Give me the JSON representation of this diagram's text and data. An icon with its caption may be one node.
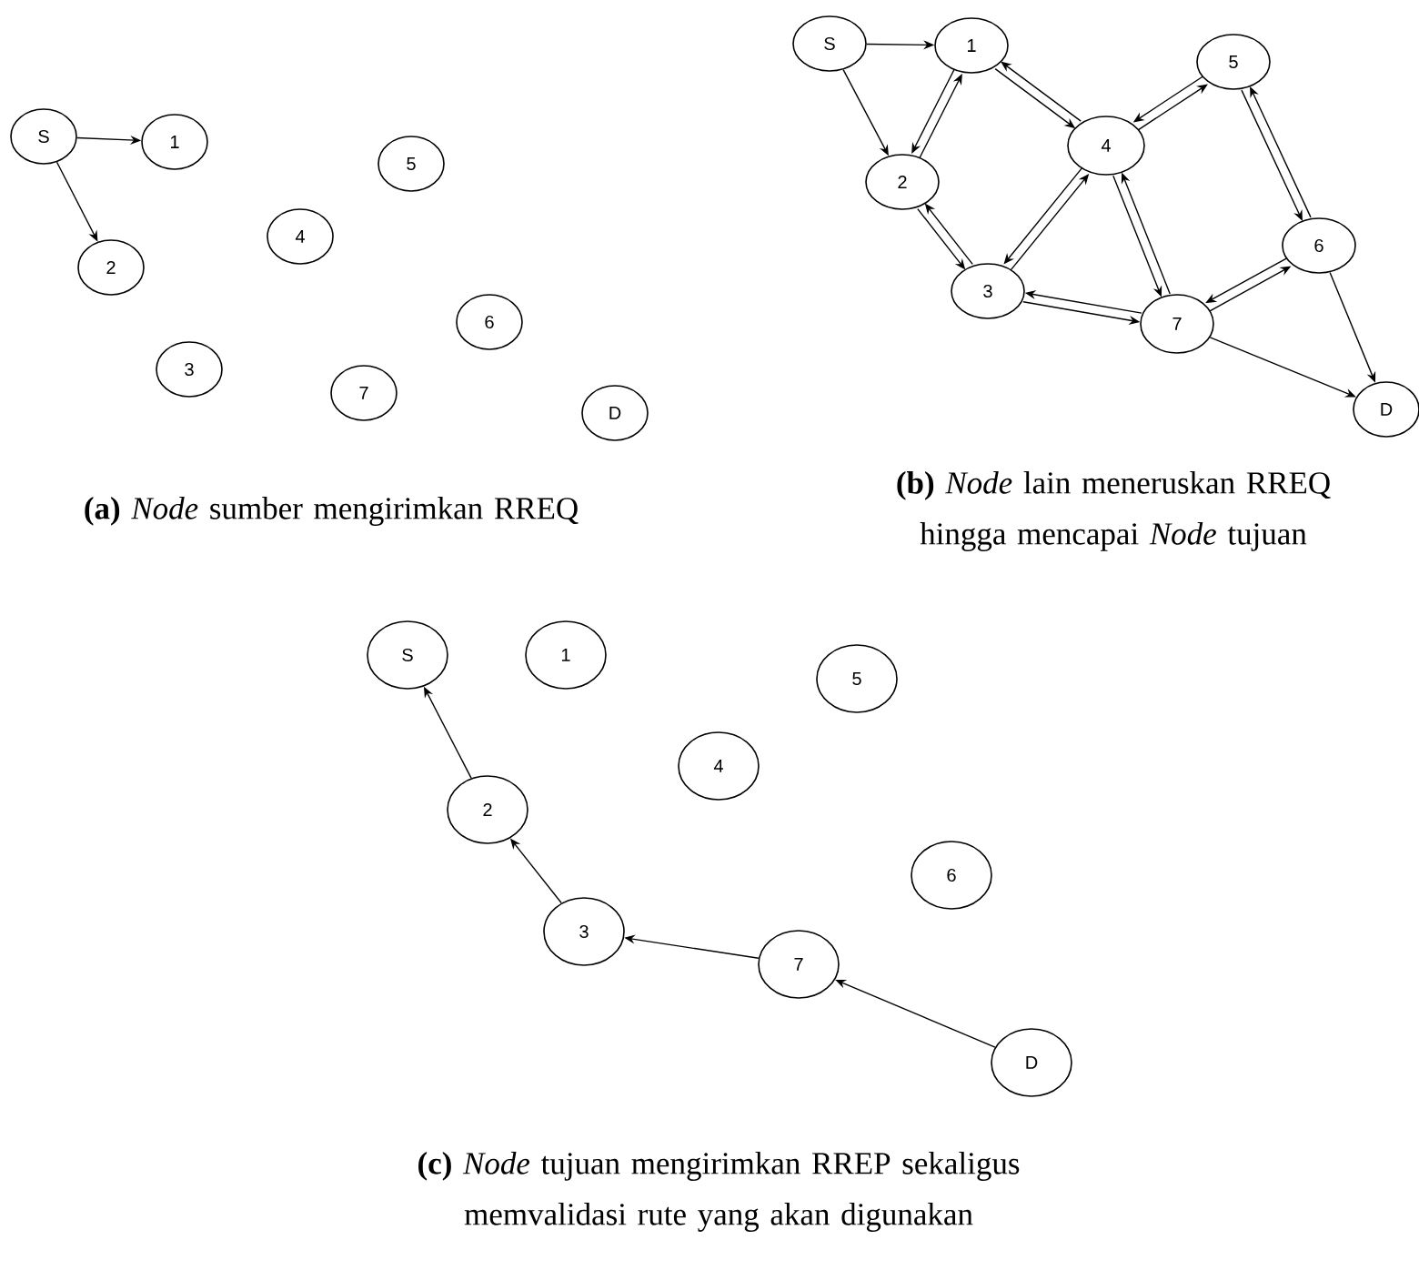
{
  "diagram": {
    "nodes": [
      {
        "text": [
          "S"
        ]
      },
      {
        "text": [
          "1"
        ]
      },
      {
        "text": [
          "2"
        ]
      },
      {
        "text": [
          "3"
        ]
      },
      {
        "text": [
          "4"
        ]
      },
      {
        "text": [
          "5"
        ]
      },
      {
        "text": [
          "6"
        ]
      },
      {
        "text": [
          "7"
        ]
      },
      {
        "text": [
          "D"
        ]
      },
      {
        "text": [
          "S"
        ]
      },
      {
        "text": [
          "1"
        ]
      },
      {
        "text": [
          "2"
        ]
      },
      {
        "text": [
          "3"
        ]
      },
      {
        "text": [
          "4"
        ]
      },
      {
        "text": [
          "5"
        ]
      },
      {
        "text": [
          "6"
        ]
      },
      {
        "text": [
          "7"
        ]
      },
      {
        "text": [
          "D"
        ]
      },
      {
        "text": [
          "S"
        ]
      },
      {
        "text": [
          "1"
        ]
      },
      {
        "text": [
          "5"
        ]
      },
      {
        "text": [
          "4"
        ]
      },
      {
        "text": [
          "2"
        ]
      },
      {
        "text": [
          "6"
        ]
      },
      {
        "text": [
          "3"
        ]
      },
      {
        "text": [
          "7"
        ]
      },
      {
        "text": [
          "D"
        ]
      }
    ],
    "edges": [
      {
        "from": 0,
        "to": 1,
        "arrow": "to"
      },
      {
        "from": 0,
        "to": 2,
        "arrow": "to"
      },
      {
        "from": 9,
        "to": 10,
        "arrow": "to"
      },
      {
        "from": 9,
        "to": 11,
        "arrow": "to"
      },
      {
        "from": 10,
        "to": 11,
        "arrow": "to"
      },
      {
        "from": 11,
        "to": 10,
        "arrow": "to"
      },
      {
        "from": 10,
        "to": 13,
        "arrow": "to"
      },
      {
        "from": 13,
        "to": 10,
        "arrow": "to"
      },
      {
        "from": 13,
        "to": 14,
        "arrow": "to"
      },
      {
        "from": 14,
        "to": 13,
        "arrow": "to"
      },
      {
        "from": 11,
        "to": 12,
        "arrow": "to"
      },
      {
        "from": 12,
        "to": 11,
        "arrow": "to"
      },
      {
        "from": 13,
        "to": 12,
        "arrow": "to"
      },
      {
        "from": 12,
        "to": 13,
        "arrow": "to"
      },
      {
        "from": 13,
        "to": 16,
        "arrow": "to"
      },
      {
        "from": 16,
        "to": 13,
        "arrow": "to"
      },
      {
        "from": 14,
        "to": 15,
        "arrow": "to"
      },
      {
        "from": 15,
        "to": 14,
        "arrow": "to"
      },
      {
        "from": 12,
        "to": 16,
        "arrow": "to"
      },
      {
        "from": 16,
        "to": 12,
        "arrow": "to"
      },
      {
        "from": 16,
        "to": 15,
        "arrow": "to"
      },
      {
        "from": 15,
        "to": 16,
        "arrow": "to"
      },
      {
        "from": 15,
        "to": 17,
        "arrow": "to"
      },
      {
        "from": 16,
        "to": 17,
        "arrow": "to"
      },
      {
        "from": 22,
        "to": 18,
        "arrow": "to"
      },
      {
        "from": 24,
        "to": 22,
        "arrow": "to"
      },
      {
        "from": 25,
        "to": 24,
        "arrow": "to"
      },
      {
        "from": 26,
        "to": 25,
        "arrow": "to"
      }
    ],
    "labels": [
      "**(a)** *Node* sumber mengirimkan RREQ",
      "**(b)** *Node* lain meneruskan RREQ hingga mencapai *Node* tujuan",
      "**(c)** *Node* tujuan mengirimkan RREP sekaligus memvalidasi rute yang akan digunakan"
    ]
  }
}
